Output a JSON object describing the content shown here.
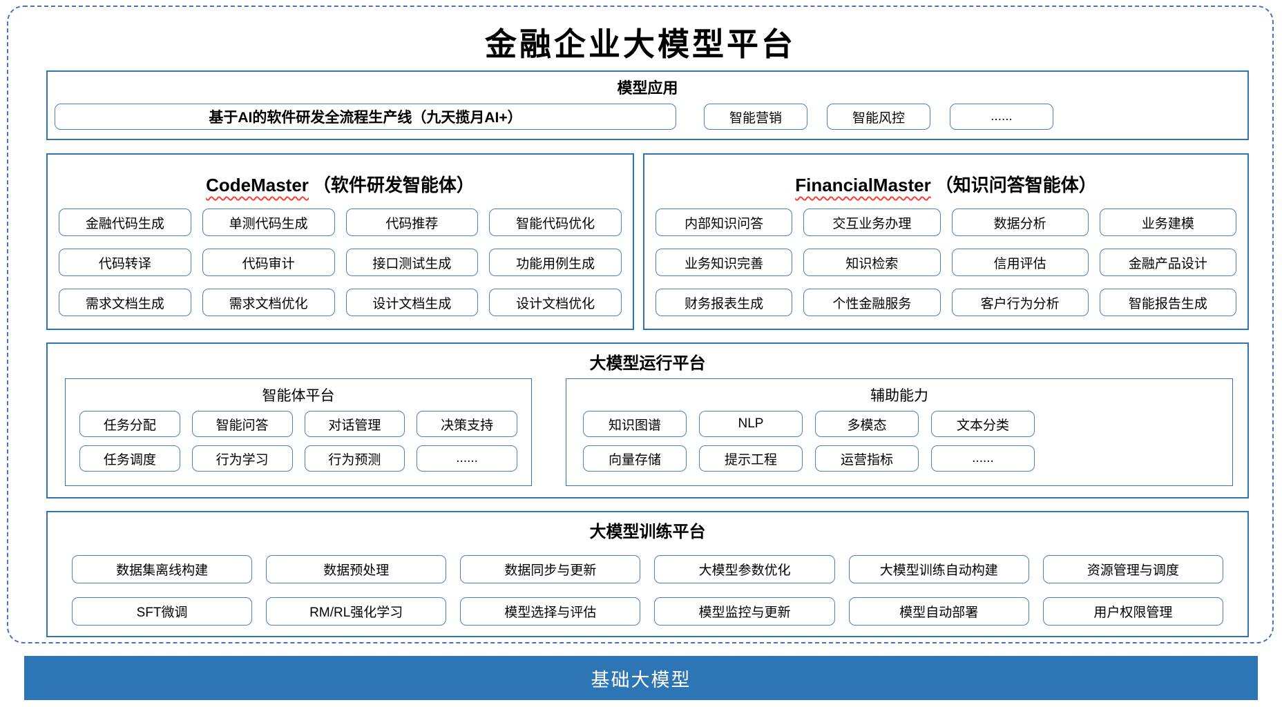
{
  "title": "金融企业大模型平台",
  "colors": {
    "section_border": "#2E75B6",
    "box_border": "#4981BF",
    "dashed_border": "#4472C4",
    "bar_bg": "#2E75B6",
    "bar_text": "#FFFFFF",
    "wavy_underline": "#FF3B2F"
  },
  "sections": {
    "model_app": {
      "header": "模型应用",
      "wide_item": "基于AI的软件研发全流程生产线（九天揽月AI+）",
      "items": [
        "智能营销",
        "智能风控",
        "......"
      ]
    },
    "code_master": {
      "name": "CodeMaster",
      "suffix": "（软件研发智能体）",
      "items": [
        "金融代码生成",
        "单测代码生成",
        "代码推荐",
        "智能代码优化",
        "代码转译",
        "代码审计",
        "接口测试生成",
        "功能用例生成",
        "需求文档生成",
        "需求文档优化",
        "设计文档生成",
        "设计文档优化"
      ]
    },
    "financial_master": {
      "name": "FinancialMaster",
      "suffix": "（知识问答智能体）",
      "items": [
        "内部知识问答",
        "交互业务办理",
        "数据分析",
        "业务建模",
        "业务知识完善",
        "知识检索",
        "信用评估",
        "金融产品设计",
        "财务报表生成",
        "个性金融服务",
        "客户行为分析",
        "智能报告生成"
      ]
    },
    "runtime": {
      "header": "大模型运行平台",
      "agent_platform": {
        "header": "智能体平台",
        "items": [
          "任务分配",
          "智能问答",
          "对话管理",
          "决策支持",
          "任务调度",
          "行为学习",
          "行为预测",
          "......"
        ]
      },
      "aux": {
        "header": "辅助能力",
        "items": [
          "知识图谱",
          "NLP",
          "多模态",
          "文本分类",
          "向量存储",
          "提示工程",
          "运营指标",
          "......"
        ]
      }
    },
    "training": {
      "header": "大模型训练平台",
      "items": [
        "数据集离线构建",
        "数据预处理",
        "数据同步与更新",
        "大模型参数优化",
        "大模型训练自动构建",
        "资源管理与调度",
        "SFT微调",
        "RM/RL强化学习",
        "模型选择与评估",
        "模型监控与更新",
        "模型自动部署",
        "用户权限管理"
      ]
    },
    "foundation": {
      "label": "基础大模型"
    }
  }
}
